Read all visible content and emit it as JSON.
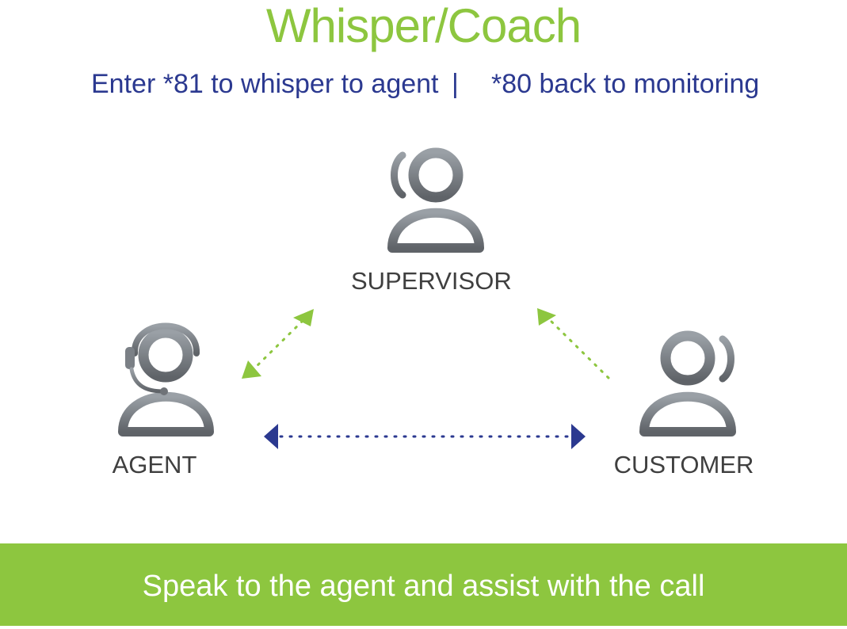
{
  "title": "Whisper/Coach",
  "instructions": {
    "left": "Enter *81 to whisper to agent",
    "separator": "|",
    "right": "*80 back to monitoring"
  },
  "roles": {
    "supervisor": {
      "label": "SUPERVISOR",
      "icon": "supervisor-phone-icon"
    },
    "agent": {
      "label": "AGENT",
      "icon": "agent-headset-icon"
    },
    "customer": {
      "label": "CUSTOMER",
      "icon": "customer-phone-icon"
    }
  },
  "connections": [
    {
      "from": "supervisor",
      "to": "agent",
      "style": "dotted",
      "direction": "both",
      "color": "#8dc63f"
    },
    {
      "from": "customer",
      "to": "supervisor",
      "style": "dotted",
      "direction": "one-way",
      "color": "#8dc63f"
    },
    {
      "from": "agent",
      "to": "customer",
      "style": "dotted",
      "direction": "both",
      "color": "#2b3990"
    }
  ],
  "banner": {
    "text": "Speak to the agent and assist with the call"
  },
  "colors": {
    "title": "#8dc63f",
    "instructions": "#2b3990",
    "banner": "#8dc63f",
    "banner_text": "#ffffff",
    "icon": "#75797f",
    "label": "#3f3f3f"
  }
}
